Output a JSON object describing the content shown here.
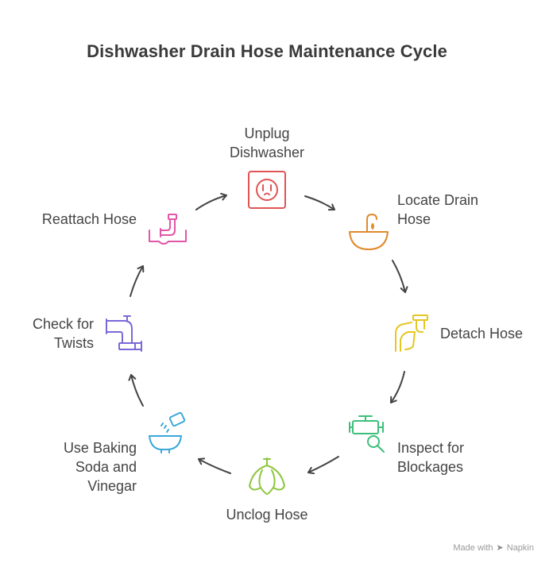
{
  "title": "Dishwasher Drain Hose Maintenance Cycle",
  "steps": [
    {
      "id": "unplug",
      "lines": [
        "Unplug",
        "Dishwasher"
      ],
      "icon": "electrical-outlet-icon",
      "color": "#e05555"
    },
    {
      "id": "locate",
      "lines": [
        "Locate Drain",
        "Hose"
      ],
      "icon": "sink-faucet-icon",
      "color": "#e08a2e"
    },
    {
      "id": "detach",
      "lines": [
        "Detach Hose"
      ],
      "icon": "hand-pipe-icon",
      "color": "#e6c620"
    },
    {
      "id": "inspect",
      "lines": [
        "Inspect for",
        "Blockages"
      ],
      "icon": "pipe-magnifier-icon",
      "color": "#3dbf7a"
    },
    {
      "id": "unclog",
      "lines": [
        "Unclog Hose"
      ],
      "icon": "plunger-icon",
      "color": "#8dc63f"
    },
    {
      "id": "baking",
      "lines": [
        "Use Baking",
        "Soda and",
        "Vinegar"
      ],
      "icon": "bowl-shaker-icon",
      "color": "#3aa7d9"
    },
    {
      "id": "twists",
      "lines": [
        "Check for",
        "Twists"
      ],
      "icon": "twisted-pipe-icon",
      "color": "#7b68d8"
    },
    {
      "id": "reattach",
      "lines": [
        "Reattach Hose"
      ],
      "icon": "pipe-fitting-icon",
      "color": "#e056a8"
    }
  ],
  "footer": {
    "made_with": "Made with",
    "brand": "Napkin"
  }
}
